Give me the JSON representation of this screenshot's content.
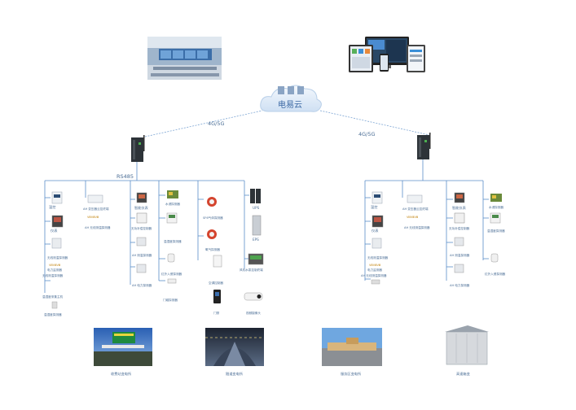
{
  "cloud": {
    "label": "电易云"
  },
  "links": {
    "left": "4G/5G",
    "right": "4G/5G"
  },
  "bus": {
    "left": "RS485"
  },
  "left": {
    "col1": [
      "温控",
      "仪表",
      "无线测温探测器",
      "电力监测器",
      "无线测温探测器",
      "温湿度采集主机",
      "温湿度探测器"
    ],
    "col2": [
      "AH 变压器云控终端",
      "AH 无线测温探测器"
    ],
    "col3": [
      "智能仪表",
      "无功补偿控制器",
      "AH 测温探测器",
      "AH 电力探测器"
    ],
    "col4": [
      "水浸探测器",
      "温湿度探测器",
      "红外入侵探测器",
      "门磁探测器"
    ],
    "col5": [
      "SF6气体探测器",
      "氧气探测器",
      "空调控制器"
    ],
    "col6": [
      "UPS",
      "EPS",
      "风机水泵控制终端"
    ],
    "bottom": [
      "门禁",
      "视频摄像头"
    ]
  },
  "right": {
    "col1": [
      "温控",
      "仪表",
      "无线测温探测器",
      "电力监测器",
      "AH 无线测温探测器"
    ],
    "col2": [
      "AH 变压器云控终端",
      "AH 无线测温探测器"
    ],
    "col3": [
      "智能仪表",
      "无功补偿控制器",
      "AH 测温探测器",
      "AH 电力探测器"
    ],
    "col4": [
      "水浸探测器",
      "温湿度探测器",
      "红外入侵探测器"
    ]
  },
  "sites": [
    "收费站变电所",
    "隧道变电所",
    "服务区变电所",
    "高速箱变"
  ],
  "colors": {
    "line": "#5a8dc8",
    "dotted": "#7ea6d4",
    "label": "#4a6d95",
    "cloud": "#dbe9f7"
  }
}
